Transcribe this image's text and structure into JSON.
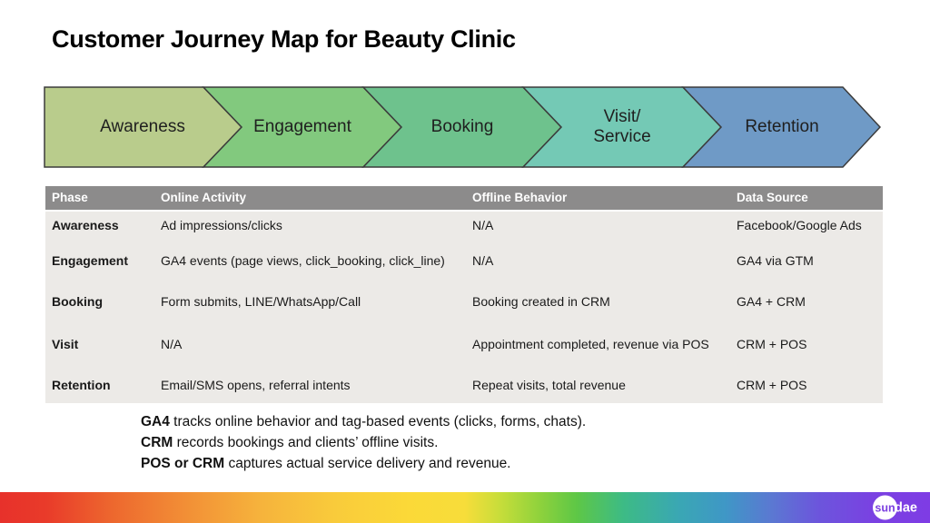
{
  "title": "Customer Journey Map for Beauty Clinic",
  "journey": {
    "stages": [
      {
        "label": "Awareness",
        "color": "#b9cc8c"
      },
      {
        "label": "Engagement",
        "color": "#82c97e"
      },
      {
        "label": "Booking",
        "color": "#6ec28d"
      },
      {
        "label": "Visit/\nService",
        "color": "#74c9b5"
      },
      {
        "label": "Retention",
        "color": "#6f9ac6"
      }
    ],
    "border_color": "#3b3b3b"
  },
  "table": {
    "headers": [
      "Phase",
      "Online Activity",
      "Offline Behavior",
      "Data Source"
    ],
    "header_bg": "#8c8b8b",
    "body_bg": "#eceae7",
    "rows": [
      {
        "phase": "Awareness",
        "online": "Ad impressions/clicks",
        "offline": "N/A",
        "source": "Facebook/Google Ads"
      },
      {
        "phase": "Engagement",
        "online": "GA4 events (page views, click_booking, click_line)",
        "offline": "N/A",
        "source": "GA4 via GTM"
      },
      {
        "phase": "Booking",
        "online": "Form submits, LINE/WhatsApp/Call",
        "offline": "Booking created in  CRM",
        "source": "GA4 + CRM"
      },
      {
        "phase": "Visit",
        "online": "N/A",
        "offline": "Appointment completed, revenue via POS",
        "source": "CRM + POS"
      },
      {
        "phase": "Retention",
        "online": "Email/SMS opens, referral intents",
        "offline": "Repeat visits, total revenue",
        "source": "CRM + POS"
      }
    ]
  },
  "notes": [
    {
      "bold": "GA4",
      "rest": " tracks online behavior and tag-based events (clicks, forms, chats)."
    },
    {
      "bold": "CRM",
      "rest": " records bookings and clients’ offline visits."
    },
    {
      "bold": "POS or CRM",
      "rest": " captures actual service delivery and revenue."
    }
  ],
  "logo": {
    "circle_text": "sun",
    "rest_text": "dae",
    "brand_purple": "#7b3fe0"
  }
}
